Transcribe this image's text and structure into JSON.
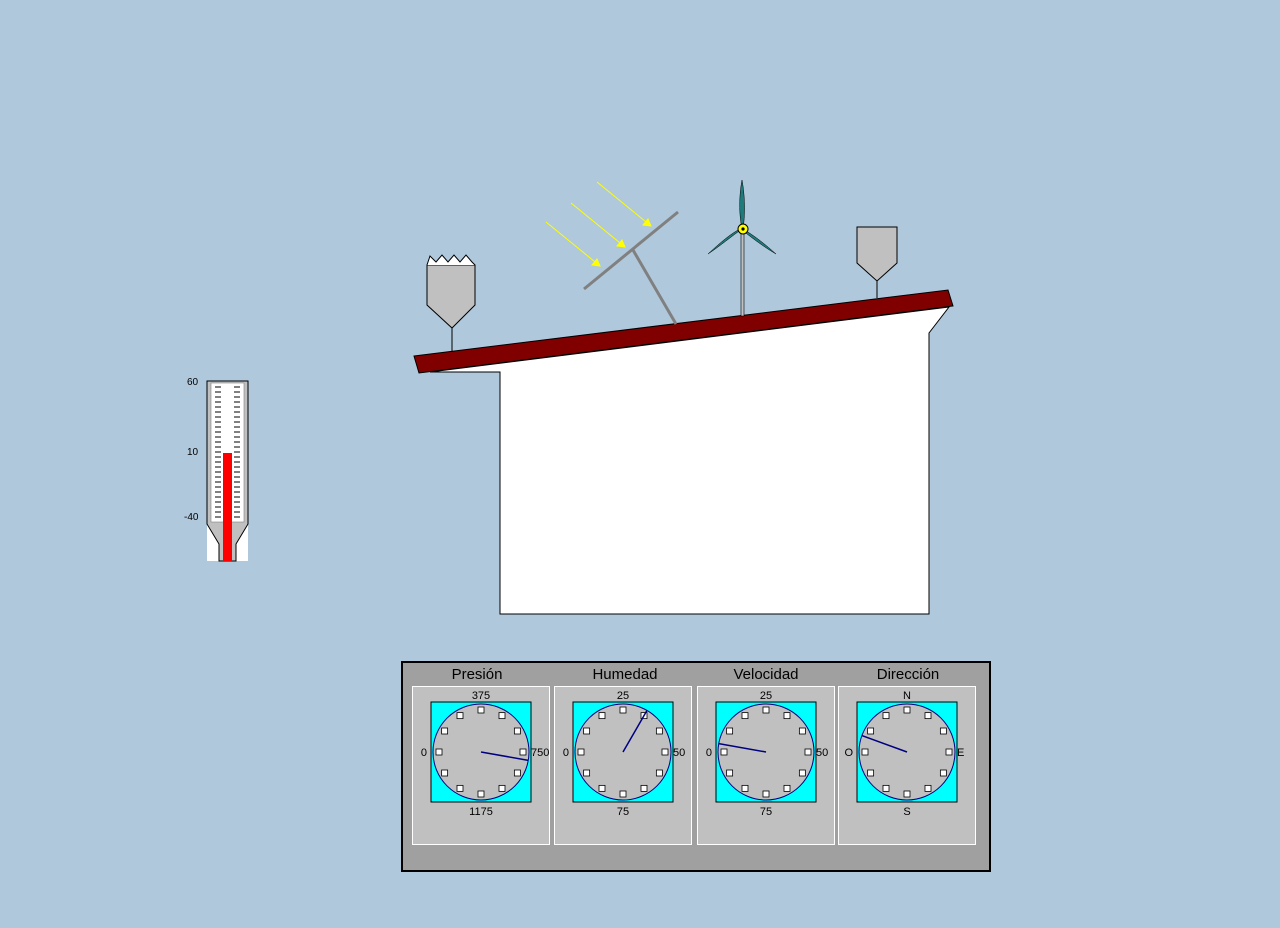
{
  "thermometer": {
    "scale_labels": [
      "60",
      "10",
      "-40"
    ],
    "max": 60,
    "min": -40,
    "value": 10,
    "fill_color": "#ff0000"
  },
  "scene": {
    "roof_color": "#800000",
    "house_color": "#ffffff",
    "ray_color": "#ffff00",
    "turbine_blade_color": "#1f7a7a",
    "sensor_color": "#c0c0c0"
  },
  "gauges": [
    {
      "title": "Presión",
      "top": "375",
      "left": "0",
      "right": "750",
      "bottom": "1175",
      "needle_color": "#000080"
    },
    {
      "title": "Humedad",
      "top": "25",
      "left": "0",
      "right": "50",
      "bottom": "75",
      "needle_color": "#000080"
    },
    {
      "title": "Velocidad",
      "top": "25",
      "left": "0",
      "right": "50",
      "bottom": "75",
      "needle_color": "#000080"
    },
    {
      "title": "Dirección",
      "top": "N",
      "left": "O",
      "right": "E",
      "bottom": "S",
      "needle_color": "#000080"
    }
  ],
  "dial_color": "#00ffff"
}
